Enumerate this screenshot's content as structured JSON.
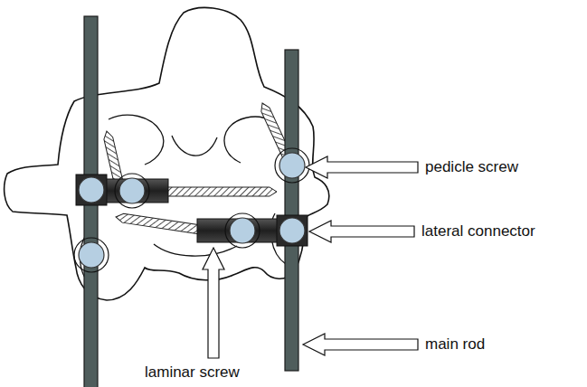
{
  "diagram": {
    "labels": [
      "pedicle screw",
      "lateral connector",
      "main rod",
      "laminar screw"
    ]
  }
}
